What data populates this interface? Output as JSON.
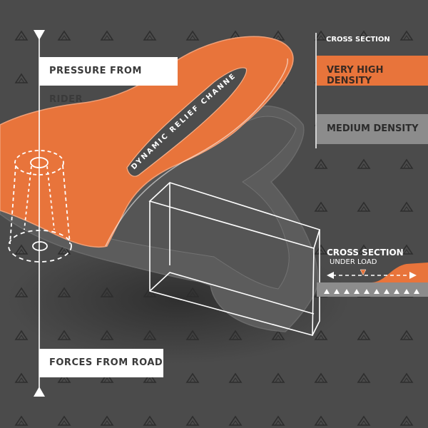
{
  "labels": {
    "pressure_from_rider": "PRESSURE FROM RIDER",
    "forces_from_road": "FORCES FROM ROAD",
    "dynamic_relief_channel": "DYNAMIC RELIEF CHANNEL"
  },
  "legend": {
    "title": "CROSS SECTION",
    "very_high_density": "VERY HIGH DENSITY",
    "medium_density": "MEDIUM DENSITY"
  },
  "under_load": {
    "title": "CROSS SECTION",
    "subtitle": "UNDER LOAD"
  },
  "colors": {
    "background": "#4b4b4b",
    "orange": "#e8743b",
    "medium_gray": "#8a8a8a",
    "white": "#ffffff"
  }
}
